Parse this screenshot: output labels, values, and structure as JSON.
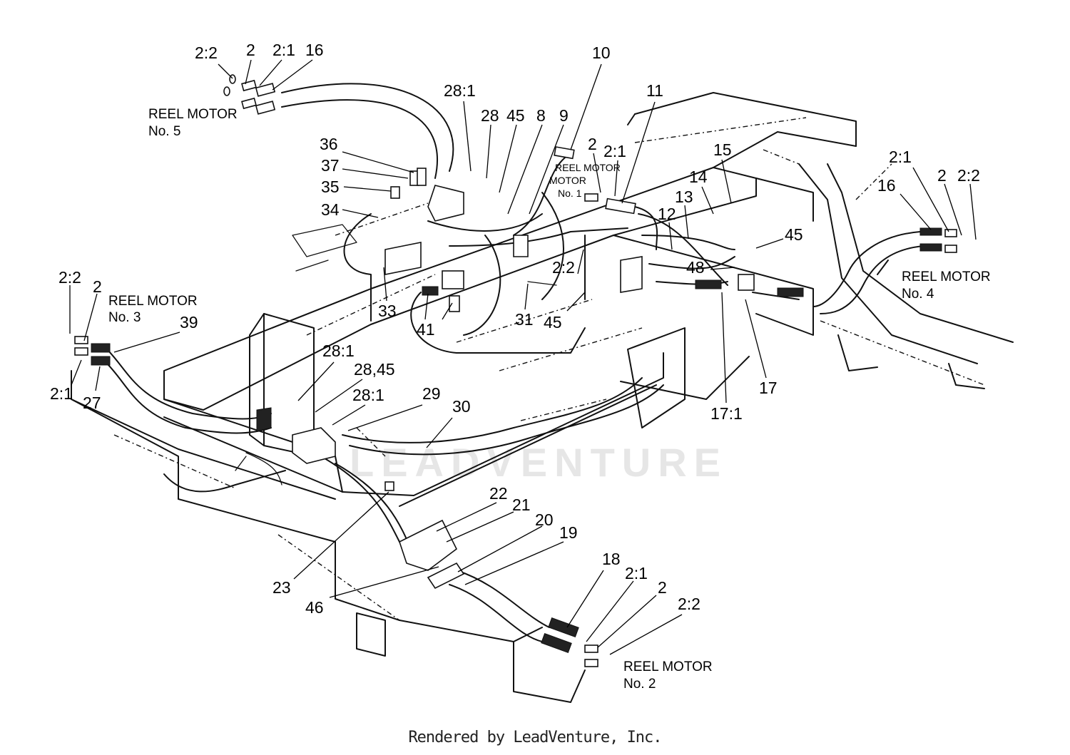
{
  "diagram": {
    "watermark": "LEADVENTURE",
    "footer": "Rendered by LeadVenture, Inc.",
    "reel_motor_labels": [
      {
        "line1": "REEL MOTOR",
        "line2": "No. 5"
      },
      {
        "line1": "REEL MOTOR",
        "line2": "No. 1"
      },
      {
        "line1": "REEL MOTOR",
        "line2": "No. 4"
      },
      {
        "line1": "REEL MOTOR",
        "line2": "No. 3"
      },
      {
        "line1": "REEL MOTOR",
        "line2": "No. 2"
      }
    ],
    "callouts": [
      "2:2",
      "2",
      "2:1",
      "16",
      "28:1",
      "28",
      "45",
      "8",
      "9",
      "10",
      "11",
      "2",
      "2:1",
      "36",
      "37",
      "35",
      "34",
      "15",
      "14",
      "13",
      "12",
      "2:1",
      "16",
      "2",
      "2:2",
      "45",
      "48",
      "2:2",
      "33",
      "41",
      "31",
      "45",
      "17",
      "17:1",
      "2:2",
      "2",
      "39",
      "2:1",
      "27",
      "28:1",
      "28,45",
      "28:1",
      "29",
      "30",
      "22",
      "21",
      "20",
      "19",
      "23",
      "46",
      "18",
      "2:1",
      "2",
      "2:2"
    ]
  }
}
